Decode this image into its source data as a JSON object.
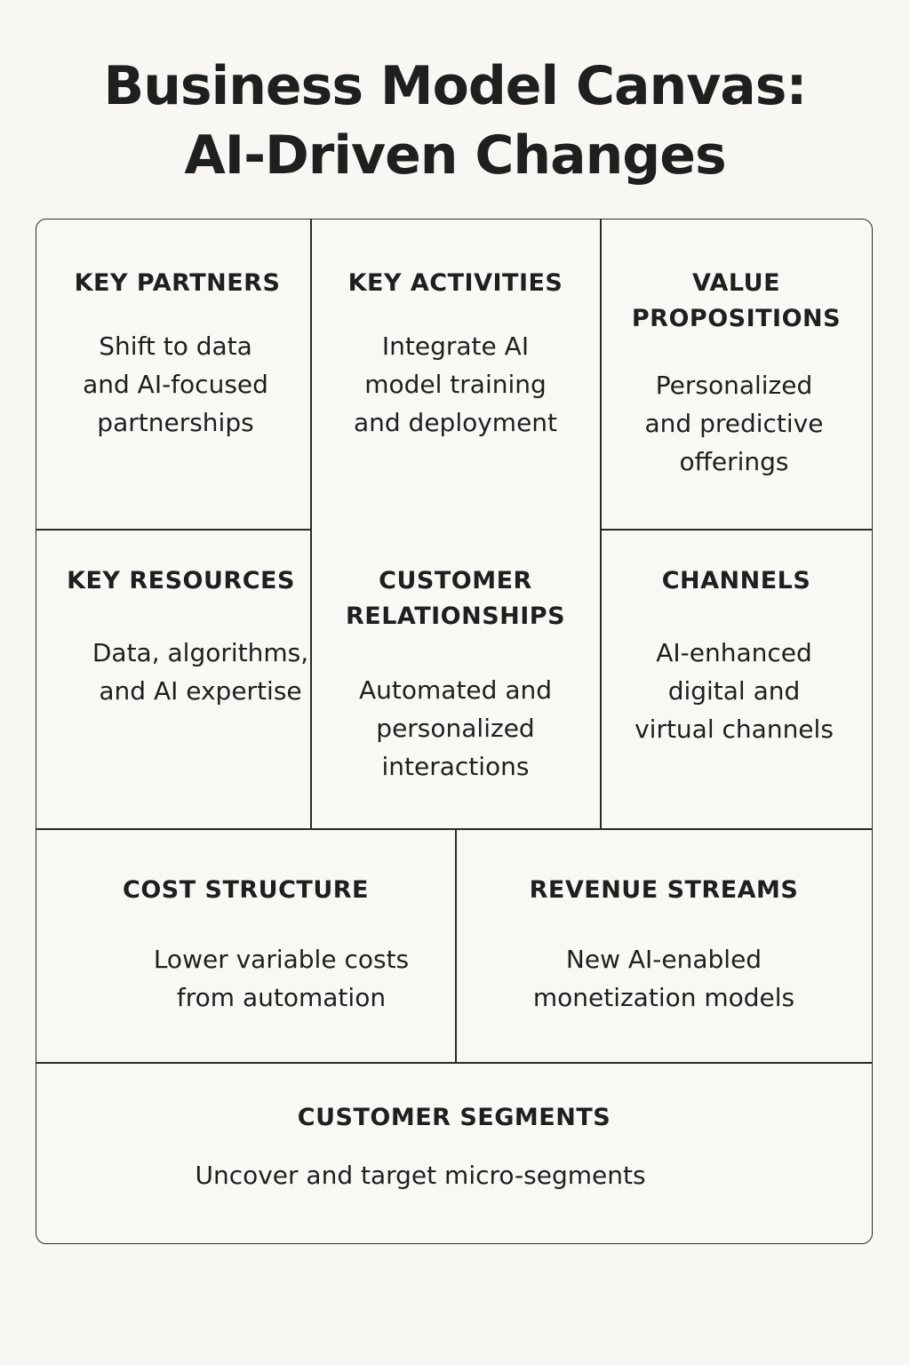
{
  "title": {
    "line1": "Business Model Canvas:",
    "line2": "AI-Driven Changes"
  },
  "blocks": {
    "key_partners": {
      "heading": "KEY PARTNERS",
      "text": "Shift to data\nand AI-focused\npartnerships"
    },
    "key_activities": {
      "heading": "KEY ACTIVITIES",
      "text": "Integrate AI\nmodel training\nand deployment"
    },
    "value_propositions": {
      "heading": "VALUE\nPROPOSITIONS",
      "text": "Personalized\nand predictive\nofferings"
    },
    "key_resources": {
      "heading": "KEY RESOURCES",
      "text": "Data, algorithms,\nand AI expertise"
    },
    "customer_relationships": {
      "heading": "CUSTOMER\nRELATIONSHIPS",
      "text": "Automated and\npersonalized\ninteractions"
    },
    "channels": {
      "heading": "CHANNELS",
      "text": "AI-enhanced\ndigital and\nvirtual channels"
    },
    "cost_structure": {
      "heading": "COST STRUCTURE",
      "text": "Lower variable costs\nfrom automation"
    },
    "revenue_streams": {
      "heading": "REVENUE STREAMS",
      "text": "New AI-enabled\nmonetization models"
    },
    "customer_segments": {
      "heading": "CUSTOMER SEGMENTS",
      "text": "Uncover and target micro-segments"
    }
  }
}
